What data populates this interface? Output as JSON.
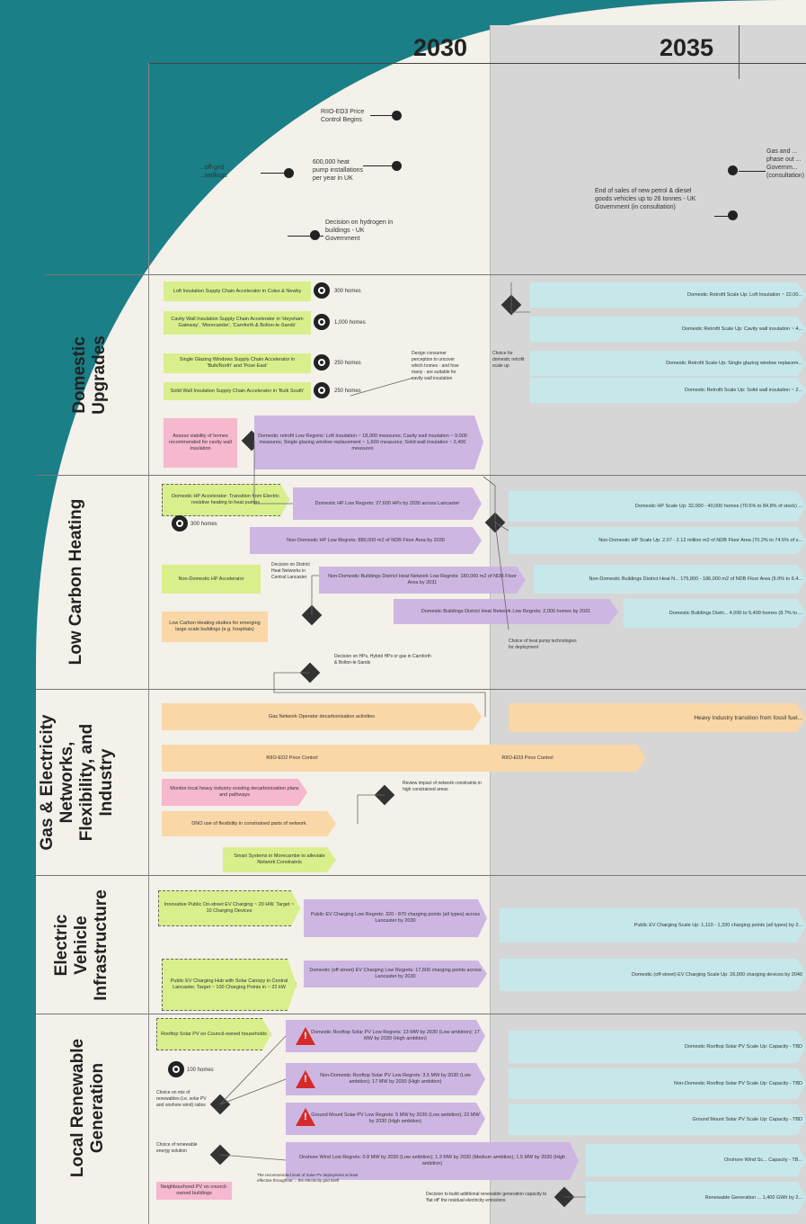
{
  "years": [
    "2030",
    "2035"
  ],
  "lanes": [
    "Domestic\nUpgrades",
    "Low Carbon Heating",
    "Gas & Electricity\nNetworks,\nFlexibility, and\nIndustry",
    "Electric\nVehicle\nInfrastructure",
    "Local Renewable\nGeneration"
  ],
  "milestones": {
    "riio": "RIIO-ED3 Price Control Begins",
    "heat_pump": "600,000 heat pump installations per year in UK",
    "hydrogen": "Decision on hydrogen in buildings - UK Government",
    "offgrid": "...off-grid ...wellings",
    "hgv": "End of sales of new petrol & diesel goods vehicles up to 26 tonnes - UK Government (in consultation)",
    "gas_phase": "Gas and ... phase out ... Governm... (consultation)"
  },
  "domestic": {
    "loft": "Loft Insulation Supply Chain Accelerator in Coles & Newby",
    "loft_target": "300 homes",
    "cavity": "Cavity Wall Insulation Supply Chain Accelerator in 'Heysham Gateway', 'Morecambe', 'Carnforth & Bolton-le-Sands'",
    "cavity_target": "1,000 homes",
    "glazing": "Single Glazing Windows Supply Chain Accelerator in 'Bulk/North' and 'Pose East'",
    "glazing_target": "250 homes",
    "solid": "Solid Wall Insulation Supply Chain Accelerator in 'Bulk South'",
    "solid_target": "250 homes",
    "assess": "Assess viability of homes recommended for cavity wall insulation",
    "low_regrets": "Domestic retrofit Low Regrets: Loft Insulation ~ 18,000 measures; Cavity wall insulation ~ 9,000 measures; Single glazing window replacement ~ 1,600 measures; Solid wall insulation ~ 2,400 measures",
    "design_note": "Design consumer perception to uncover which homes - and how many - are suitable for cavity wall insulation",
    "choice": "Choice for domestic retrofit scale up",
    "scale1": "Domestic Retrofit Scale Up: Loft Insulation ~ 22,00...",
    "scale2": "Domestic Retrofit Scale Up: Cavity wall insulation ~ 4...",
    "scale3": "Domestic Retrofit Scale Up: Single glazing window replacem...",
    "scale4": "Domestic Retrofit Scale Up: Solid wall insulation ~ 2..."
  },
  "heating": {
    "accelerator": "Domestic HP Accelerator: Transition from Electric resistive heating to heat pumps",
    "acc_target": "300 homes",
    "hp_low": "Domestic HP Low Regrets: 27,600 HPs by 2030 across Lancaster",
    "nondom_low": "Non-Domestic HP Low Regrets: 880,000 m2 of NDB Floor Area by 2030",
    "nondom_acc": "Non-Domestic HP Accelerator",
    "district_dec": "Decision on District Heat Networks in Central Lancaster",
    "district_low": "Non-Domestic Buildings District Heat Network Low Regrets: 180,000 m2 of NDB Floor Area by 2031",
    "dom_district": "Domestic Buildings District Heat Network Low Regrets: 2,000 homes by 2031",
    "low_carbon": "Low Carbon Heating studies for emerging large scale buildings (e.g. hospitals)",
    "choice_heat": "Choice of heat pump technologies for deployment",
    "hybrid": "Decision on HPs, Hybrid HPs or gas in Carnforth & Bolton-le-Sands",
    "scale1": "Domestic HP Scale Up: 32,000 - 40,000 homes (70.5% to 84.8% of stock) ...",
    "scale2": "Non-Domestic HP Scale Up: 2.07 - 2.12 million m2 of NDB Floor Area (70.2% to 74.5% of s...",
    "scale3": "Non-Domestic Buildings District Heat N... 175,800 - 186,000 m2 of NDB Floor Area (5.9% to 6.4...",
    "scale4": "Domestic Buildings Distri... 4,000 to 5,400 homes (8.7% to ..."
  },
  "networks": {
    "gas_dec": "Gas Network Operator decarbonisation activities",
    "heavy": "Heavy Industry transition from fossil fuel...",
    "riio2": "RIIO-ED2 Price Control",
    "riio3": "RIIO-ED3 Price Control",
    "monitor": "Monitor local heavy industry existing decarbonisation plans and pathways",
    "dno": "DNO use of flexibility in constrained parts of network",
    "smart": "Smart Systems in Morecambe to alleviate Network Constraints",
    "review": "Review impact of network constraints in high constrained areas"
  },
  "ev": {
    "innovative": "Innovative Public On-street EV Charging ~ 20 HW. Target ~ 10 Charging Devices",
    "public_low": "Public EV Charging Low Regrets: 320 - 870 charging points (all types) across Lancaster by 2030",
    "hub": "Public EV Charging Hub with Solar Canopy in Central Lancaster. Target ~ 100 Charging Points in ~ 22 kW",
    "domestic_low": "Domestic (off-street) EV Charging Low Regrets: 17,600 charging points across Lancaster by 2030",
    "scale1": "Public EV Charging Scale Up: 1,110 - 1,330 charging points (all types) by 2...",
    "scale2": "Domestic (off-street) EV Charging Scale Up: 26,000 charging devices by 2040"
  },
  "renewables": {
    "rooftop": "Rooftop Solar PV on Council-owned households",
    "rooftop_target": "100 homes",
    "dom_rooftop": "Domestic Rooftop Solar PV Low Regrets: 13 MW by 2030 (Low ambition); 17 MW by 2030 (High ambition)",
    "nondom_rooftop": "Non-Domestic Rooftop Solar PV Low Regrets: 3.5 MW by 2030 (Low ambition); 17 MW by 2030 (High ambition)",
    "ground": "Ground Mount Solar PV Low Regrets: 5 MW by 2030 (Low ambition); 22 MW by 2030 (High ambition)",
    "onshore": "Onshore Wind Low Regrets: 0.8 MW by 2030 (Low ambition); 1.3 MW by 2030 (Medium ambition); 1.5 MW by 2030 (High ambition)",
    "choice_mix": "Choice on mix of renewables (i.e. solar PV and onshore wind) ratios",
    "choice_storage": "Choice of renewable energy solution",
    "neighbourhood": "Neighbourhood PV on council-owned buildings",
    "footnote": "The recommended level of Solar PV deployment at least effective throughout ... the electricity grid itself",
    "decision_build": "Decision to build additional renewable generation capacity to 'flat off' the residual electricity emissions",
    "scale1": "Domestic Rooftop Solar PV Scale Up: Capacity - TBD",
    "scale2": "Non-Domestic Rooftop Solar PV Scale Up: Capacity - TBD",
    "scale3": "Ground Mount Solar PV Scale Up: Capacity - TBD",
    "scale4": "Onshore Wind Sc... Capacity - TB...",
    "scale5": "Renewable Generation ... 1,400 GWh by 2..."
  },
  "colors": {
    "teal": "#1a7f86",
    "green": "#d8ef8c",
    "purple": "#cdb7e2",
    "pink": "#f5b8cf",
    "orange": "#f9d7a6",
    "cyan": "#c7e8ea",
    "future_band": "#d6d6d6"
  }
}
